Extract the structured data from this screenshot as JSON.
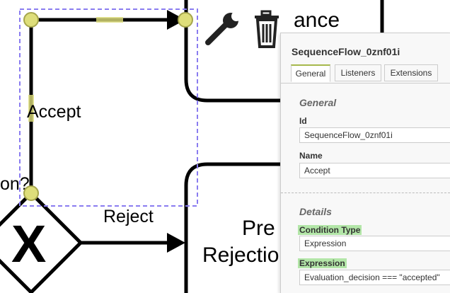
{
  "diagram": {
    "tasks": {
      "top_label": "ance",
      "bottom_label_line1": "Pre",
      "bottom_label_line2": "Rejectio"
    },
    "flows": {
      "accept_label": "Accept",
      "reject_label": "Reject"
    },
    "gateway": {
      "question_label": "on?",
      "marker": "X"
    },
    "context_pad": {
      "wrench": "wrench-icon",
      "trash": "trash-icon"
    },
    "colors": {
      "stroke": "#000000",
      "selection": "#8a7cf0",
      "handle": "#dede7a"
    }
  },
  "panel": {
    "title": "SequenceFlow_0znf01i",
    "tabs": [
      {
        "label": "General",
        "active": true
      },
      {
        "label": "Listeners",
        "active": false
      },
      {
        "label": "Extensions",
        "active": false
      }
    ],
    "general": {
      "section_title": "General",
      "id_label": "Id",
      "id_value": "SequenceFlow_0znf01i",
      "name_label": "Name",
      "name_value": "Accept"
    },
    "details": {
      "section_title": "Details",
      "condition_type_label": "Condition Type",
      "condition_type_value": "Expression",
      "expression_label": "Expression",
      "expression_value": "Evaluation_decision === \"accepted\""
    },
    "colors": {
      "highlight": "#b3e6a8",
      "tab_accent": "#a6b84c"
    }
  }
}
